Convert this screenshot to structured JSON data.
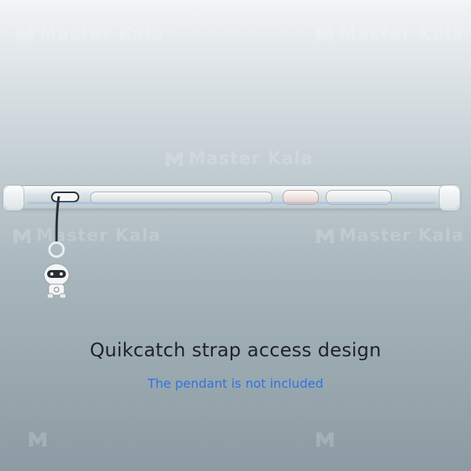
{
  "watermark": {
    "text": "Master Kala",
    "icon": "mk-logo-icon"
  },
  "captions": {
    "title": "Quikcatch strap access design",
    "subtitle": "The pendant is not included"
  },
  "colors": {
    "subtitle": "#2f74e0",
    "title": "#1f2326"
  },
  "icons": {
    "phone_case": "clear-phone-case-icon",
    "strap": "lanyard-strap-icon",
    "pendant": "astronaut-pendant-icon"
  }
}
